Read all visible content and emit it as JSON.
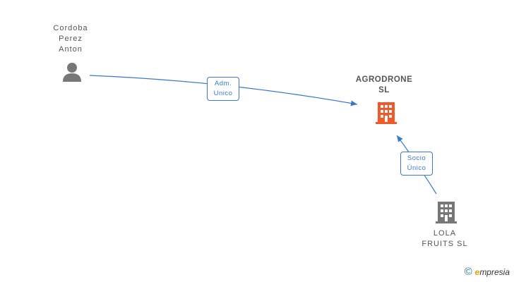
{
  "nodes": {
    "person": {
      "name": "Cordoba\nPerez\nAnton",
      "icon": "person-icon",
      "color": "#777777"
    },
    "company_main": {
      "name": "AGRODRONE\nSL",
      "icon": "building-icon",
      "color": "#f05a28"
    },
    "company_owner": {
      "name": "LOLA\nFRUITS SL",
      "icon": "building-icon",
      "color": "#777777"
    }
  },
  "edges": [
    {
      "from": "person",
      "to": "company_main",
      "label": "Adm.\nUnico",
      "color": "#3a78d0"
    },
    {
      "from": "company_owner",
      "to": "company_main",
      "label": "Socio\nÚnico",
      "color": "#3a78d0"
    }
  ],
  "footer": {
    "copyright": "©",
    "brand_first": "e",
    "brand_rest": "mpresia"
  }
}
